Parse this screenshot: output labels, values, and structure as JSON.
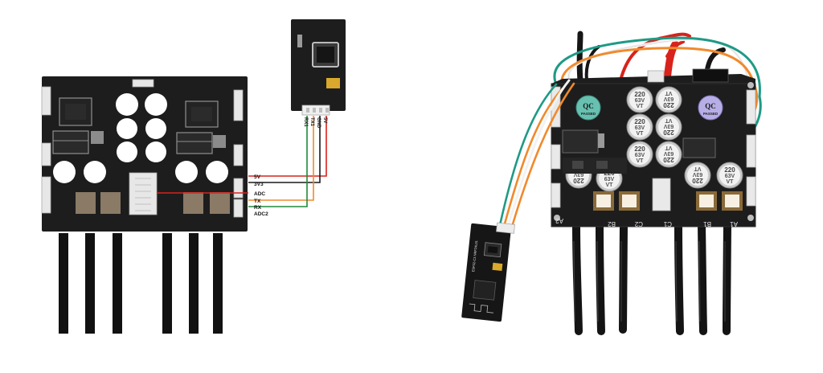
{
  "diagram": {
    "pin_labels": [
      "5V",
      "3V3",
      "ADC",
      "TX",
      "RX",
      "ADC2"
    ],
    "module_pins": [
      "5V",
      "GND",
      "TX1",
      "RX1"
    ],
    "photo_board": {
      "qc_mark": "QC",
      "qc_passed": "PASSED",
      "capacitor_marks": [
        "220",
        "63V",
        "VT"
      ],
      "phase_labels": [
        "A2",
        "B2",
        "C2",
        "C1",
        "B1",
        "A1"
      ],
      "module_silk": "ESP32-C3 NRF24L01"
    },
    "wire_colors": {
      "red": "#d9221c",
      "black": "#1a1a1a",
      "orange": "#f08a2c",
      "green": "#1f8a3a",
      "teal": "#1e9a86",
      "white": "#f3f3f3"
    },
    "board_color": "#1d1d1d"
  }
}
